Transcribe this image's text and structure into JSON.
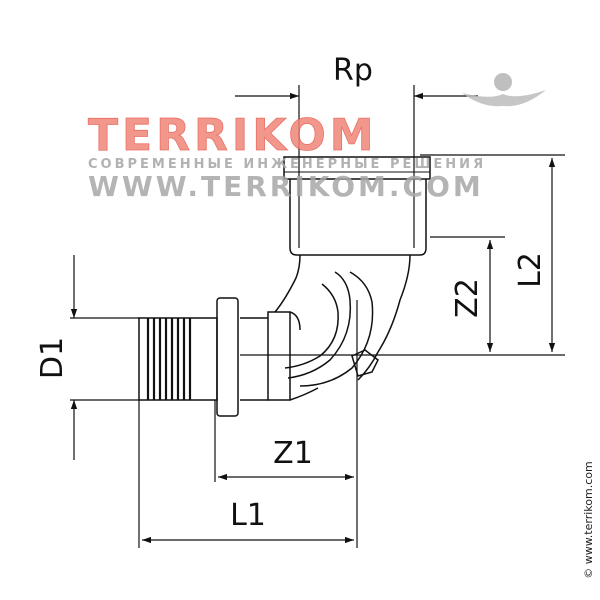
{
  "drawing": {
    "dimensions": {
      "rp": "Rp",
      "l2": "L2",
      "z2": "Z2",
      "d1": "D1",
      "z1": "Z1",
      "l1": "L1"
    }
  },
  "watermark": {
    "brand": "TERRIKOM",
    "tagline": "СОВРЕМЕННЫЕ ИНЖЕНЕРНЫЕ РЕШЕНИЯ",
    "url": "WWW.TERRIKOM.COM",
    "brand_color": "#e8574a",
    "text_color": "#9a9a9a"
  },
  "copyright": "© www.terrikom.com"
}
